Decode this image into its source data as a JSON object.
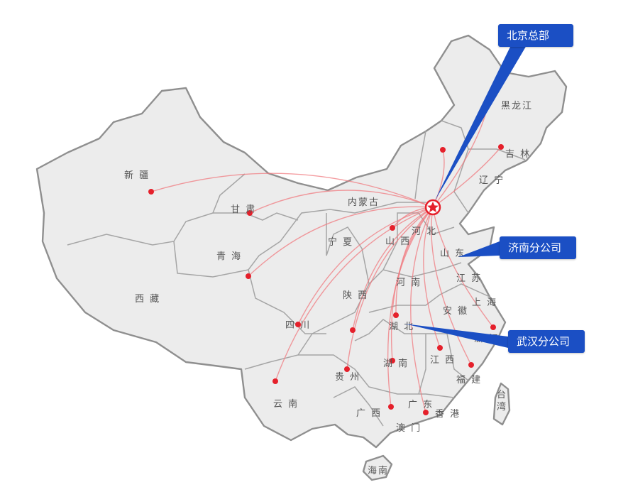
{
  "provinces": [
    {
      "name": "新 疆"
    },
    {
      "name": "西 藏"
    },
    {
      "name": "青 海"
    },
    {
      "name": "甘 肃"
    },
    {
      "name": "内蒙古"
    },
    {
      "name": "宁 夏"
    },
    {
      "name": "山 西"
    },
    {
      "name": "河 北"
    },
    {
      "name": "陕 西"
    },
    {
      "name": "四 川"
    },
    {
      "name": "云 南"
    },
    {
      "name": "贵 州"
    },
    {
      "name": "湖 南"
    },
    {
      "name": "湖 北"
    },
    {
      "name": "河 南"
    },
    {
      "name": "广 西"
    },
    {
      "name": "广 东"
    },
    {
      "name": "海南"
    },
    {
      "name": "澳 门"
    },
    {
      "name": "香 港"
    },
    {
      "name": "江 西"
    },
    {
      "name": "福 建"
    },
    {
      "name": "浙 江"
    },
    {
      "name": "安 徽"
    },
    {
      "name": "上 海"
    },
    {
      "name": "江 苏"
    },
    {
      "name": "山 东"
    },
    {
      "name": "辽 宁"
    },
    {
      "name": "吉 林"
    },
    {
      "name": "黑龙江"
    },
    {
      "name": "台 湾"
    }
  ],
  "callouts": {
    "beijing": "北京总部",
    "jinan": "济南分公司",
    "wuhan": "武汉分公司"
  },
  "colors": {
    "callout": "#1b4fc4",
    "route": "#f07b80",
    "city_dot": "#e5202b",
    "land": "#ececec",
    "border": "#9a9a9a"
  },
  "hub_icon": "star-icon"
}
